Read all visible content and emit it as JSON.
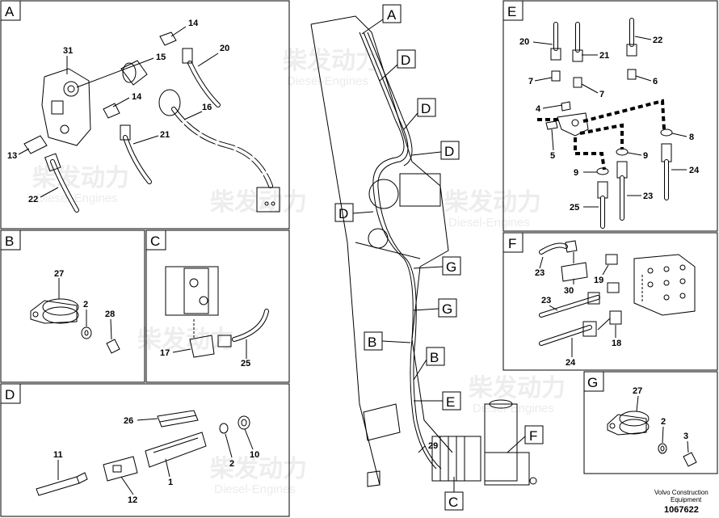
{
  "panels": {
    "A": {
      "letter": "A",
      "parts": [
        "31",
        "14",
        "15",
        "14",
        "13",
        "21",
        "22",
        "20",
        "16"
      ]
    },
    "B": {
      "letter": "B",
      "parts": [
        "27",
        "2",
        "28"
      ]
    },
    "C": {
      "letter": "C",
      "parts": [
        "17",
        "25"
      ]
    },
    "D": {
      "letter": "D",
      "parts": [
        "26",
        "11",
        "12",
        "1",
        "2",
        "10"
      ]
    },
    "E": {
      "letter": "E",
      "parts": [
        "20",
        "21",
        "22",
        "7",
        "7",
        "6",
        "4",
        "5",
        "8",
        "9",
        "9",
        "24",
        "23",
        "25"
      ]
    },
    "F": {
      "letter": "F",
      "parts": [
        "23",
        "30",
        "19",
        "23",
        "18",
        "24"
      ]
    },
    "G": {
      "letter": "G",
      "parts": [
        "27",
        "2",
        "3"
      ]
    }
  },
  "main_callouts": [
    "A",
    "D",
    "D",
    "D",
    "D",
    "G",
    "G",
    "B",
    "B",
    "E",
    "F",
    "C"
  ],
  "main_parts": [
    "29"
  ],
  "footer": {
    "maker_line1": "Volvo Construction",
    "maker_line2": "Equipment",
    "drawing_number": "1067622"
  },
  "watermark": {
    "brand_cn": "柴发动力",
    "brand_en": "Diesel-Engines"
  }
}
